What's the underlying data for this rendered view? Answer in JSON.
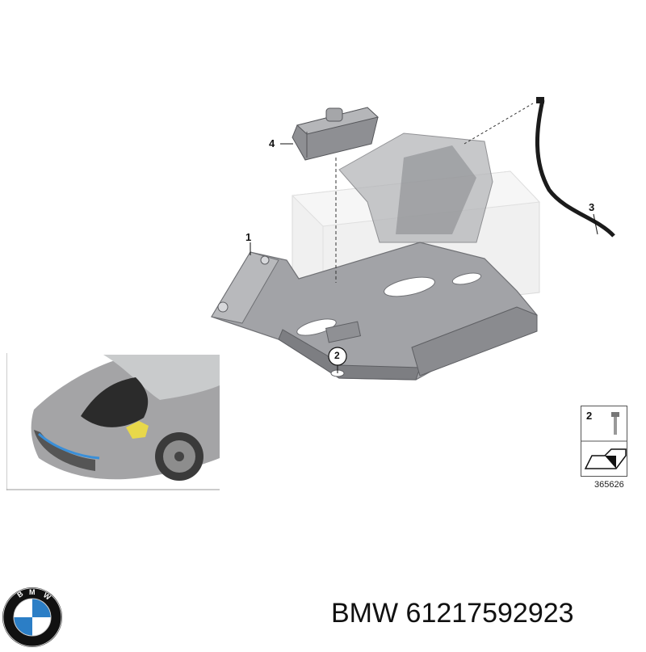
{
  "callouts": {
    "c1": "1",
    "c2": "2",
    "c3": "3",
    "c4": "4"
  },
  "legend": {
    "number": "2",
    "arrow_icon": "arrow-icon",
    "screw_icon": "screw-icon"
  },
  "catalog_number": "365626",
  "part": {
    "brand": "BMW",
    "number": "61217592923"
  },
  "logo": {
    "brand_letters": "BMW",
    "icon": "bmw-roundel-icon",
    "colors": {
      "blue": "#2b7ec6",
      "black": "#111111",
      "white": "#ffffff"
    }
  },
  "colors": {
    "bracket": "#a2a3a7",
    "bracket_dark": "#6f7074",
    "battery_ghost": "#dcdcdc",
    "car_body": "#9a9a9a",
    "highlight": "#e8d84a",
    "accent_blue": "#3a8fd8"
  }
}
